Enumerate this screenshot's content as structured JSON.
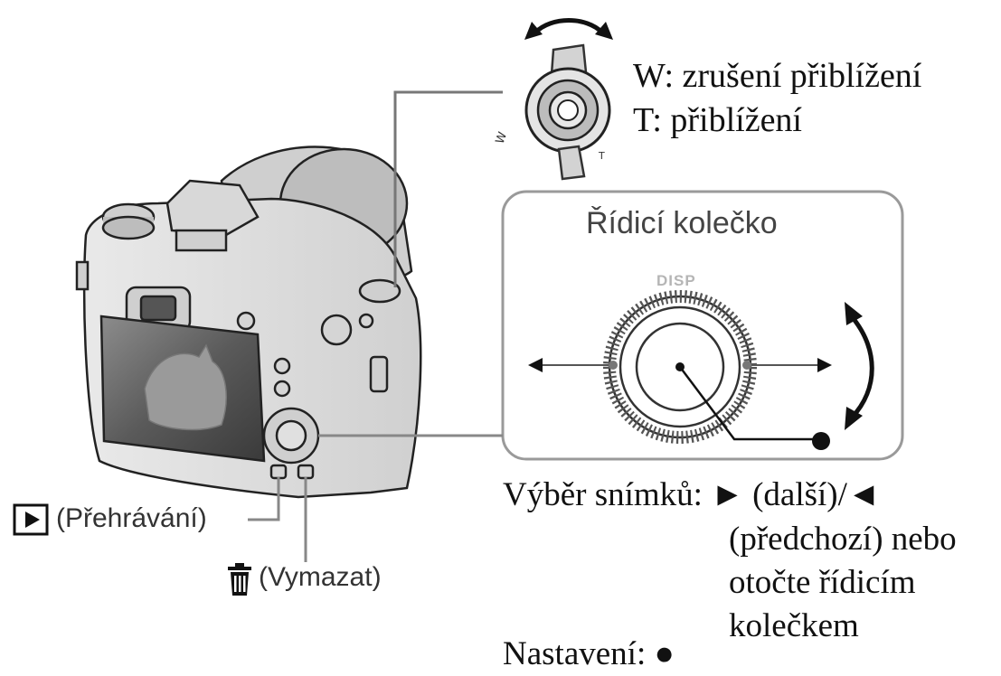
{
  "zoom_lever": {
    "wide_text": "W: zrušení přiblížení",
    "tele_text": "T: přiblížení"
  },
  "control_wheel": {
    "title": "Řídicí kolečko",
    "disp_label": "DISP"
  },
  "selection": {
    "line1": "Výběr snímků: ► (další)/◄",
    "line2": "(předchozí) nebo",
    "line3": "otočte řídicím",
    "line4": "kolečkem"
  },
  "setting_text": "Nastavení: ●",
  "buttons": {
    "playback_label": "(Přehrávání)",
    "delete_label": "(Vymazat)"
  }
}
